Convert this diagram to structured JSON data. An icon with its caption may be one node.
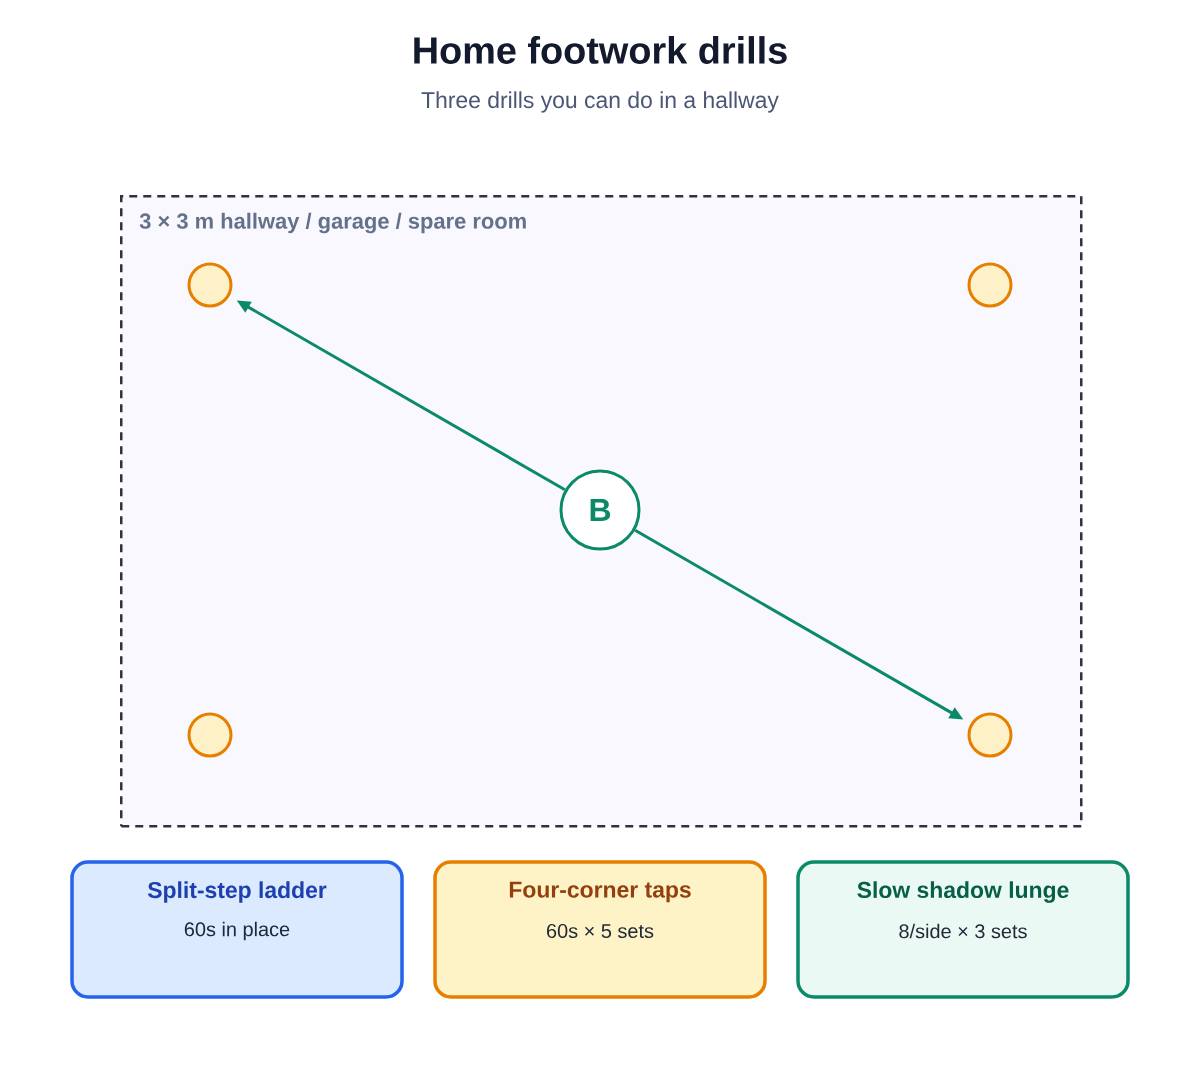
{
  "diagram": {
    "title": "Home footwork drills",
    "nodes": [
      {
        "text": [
          "3 × 3 m hallway / garage / spare room"
        ]
      },
      {
        "text": [],
        "shape": "circle",
        "in": 0
      },
      {
        "text": [],
        "shape": "circle",
        "in": 0
      },
      {
        "text": [],
        "shape": "circle",
        "in": 0
      },
      {
        "text": [],
        "shape": "circle",
        "in": 0
      },
      {
        "text": [
          "B"
        ],
        "in": 0
      },
      {
        "text": [
          "Split-step ladder",
          "60s in place"
        ]
      },
      {
        "text": [
          "Four-corner taps",
          "60s × 5 sets"
        ]
      },
      {
        "text": [
          "Slow shadow lunge",
          "8/side × 3 sets"
        ]
      }
    ],
    "edges": [
      {
        "from": 5,
        "to": 1,
        "arrow": "to"
      },
      {
        "from": 5,
        "to": 4,
        "arrow": "to"
      }
    ],
    "labels": [
      "Three drills you can do in a hallway"
    ]
  }
}
